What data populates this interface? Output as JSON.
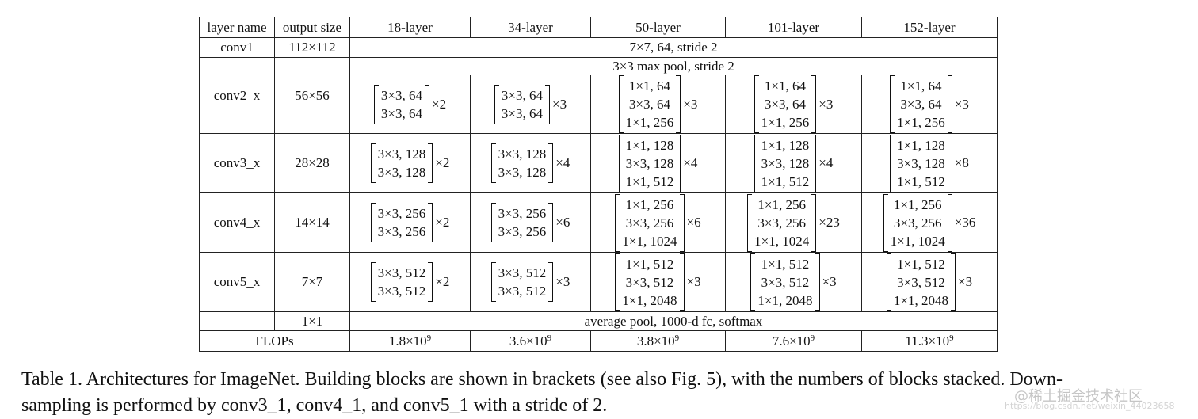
{
  "table": {
    "headers": [
      "layer name",
      "output size",
      "18-layer",
      "34-layer",
      "50-layer",
      "101-layer",
      "152-layer"
    ],
    "conv1": {
      "name": "conv1",
      "output": "112×112",
      "desc": "7×7, 64, stride 2"
    },
    "pool": {
      "desc": "3×3 max pool, stride 2"
    },
    "stages": [
      {
        "name": "conv2_x",
        "output": "56×56",
        "blocks": [
          {
            "lines": [
              "3×3, 64",
              "3×3, 64"
            ],
            "mult": "×2"
          },
          {
            "lines": [
              "3×3, 64",
              "3×3, 64"
            ],
            "mult": "×3"
          },
          {
            "lines": [
              "1×1, 64",
              "3×3, 64",
              "1×1, 256"
            ],
            "mult": "×3"
          },
          {
            "lines": [
              "1×1, 64",
              "3×3, 64",
              "1×1, 256"
            ],
            "mult": "×3"
          },
          {
            "lines": [
              "1×1, 64",
              "3×3, 64",
              "1×1, 256"
            ],
            "mult": "×3"
          }
        ]
      },
      {
        "name": "conv3_x",
        "output": "28×28",
        "blocks": [
          {
            "lines": [
              "3×3, 128",
              "3×3, 128"
            ],
            "mult": "×2"
          },
          {
            "lines": [
              "3×3, 128",
              "3×3, 128"
            ],
            "mult": "×4"
          },
          {
            "lines": [
              "1×1, 128",
              "3×3, 128",
              "1×1, 512"
            ],
            "mult": "×4"
          },
          {
            "lines": [
              "1×1, 128",
              "3×3, 128",
              "1×1, 512"
            ],
            "mult": "×4"
          },
          {
            "lines": [
              "1×1, 128",
              "3×3, 128",
              "1×1, 512"
            ],
            "mult": "×8"
          }
        ]
      },
      {
        "name": "conv4_x",
        "output": "14×14",
        "blocks": [
          {
            "lines": [
              "3×3, 256",
              "3×3, 256"
            ],
            "mult": "×2"
          },
          {
            "lines": [
              "3×3, 256",
              "3×3, 256"
            ],
            "mult": "×6"
          },
          {
            "lines": [
              "1×1, 256",
              "3×3, 256",
              "1×1, 1024"
            ],
            "mult": "×6"
          },
          {
            "lines": [
              "1×1, 256",
              "3×3, 256",
              "1×1, 1024"
            ],
            "mult": "×23"
          },
          {
            "lines": [
              "1×1, 256",
              "3×3, 256",
              "1×1, 1024"
            ],
            "mult": "×36"
          }
        ]
      },
      {
        "name": "conv5_x",
        "output": "7×7",
        "blocks": [
          {
            "lines": [
              "3×3, 512",
              "3×3, 512"
            ],
            "mult": "×2"
          },
          {
            "lines": [
              "3×3, 512",
              "3×3, 512"
            ],
            "mult": "×3"
          },
          {
            "lines": [
              "1×1, 512",
              "3×3, 512",
              "1×1, 2048"
            ],
            "mult": "×3"
          },
          {
            "lines": [
              "1×1, 512",
              "3×3, 512",
              "1×1, 2048"
            ],
            "mult": "×3"
          },
          {
            "lines": [
              "1×1, 512",
              "3×3, 512",
              "1×1, 2048"
            ],
            "mult": "×3"
          }
        ]
      }
    ],
    "final": {
      "output": "1×1",
      "desc": "average pool, 1000-d fc, softmax"
    },
    "flops": {
      "label": "FLOPs",
      "values": [
        {
          "mantissa": "1.8×10",
          "exp": "9"
        },
        {
          "mantissa": "3.6×10",
          "exp": "9"
        },
        {
          "mantissa": "3.8×10",
          "exp": "9"
        },
        {
          "mantissa": "7.6×10",
          "exp": "9"
        },
        {
          "mantissa": "11.3×10",
          "exp": "9"
        }
      ]
    }
  },
  "caption": {
    "line1": "Table 1. Architectures for ImageNet. Building blocks are shown in brackets (see also Fig. 5), with the numbers of blocks stacked. Down-",
    "line2": "sampling is performed by conv3_1, conv4_1, and conv5_1 with a stride of 2."
  },
  "watermark": {
    "text": "@稀土掘金技术社区",
    "url": "https://blog.csdn.net/weixin_44023658"
  }
}
